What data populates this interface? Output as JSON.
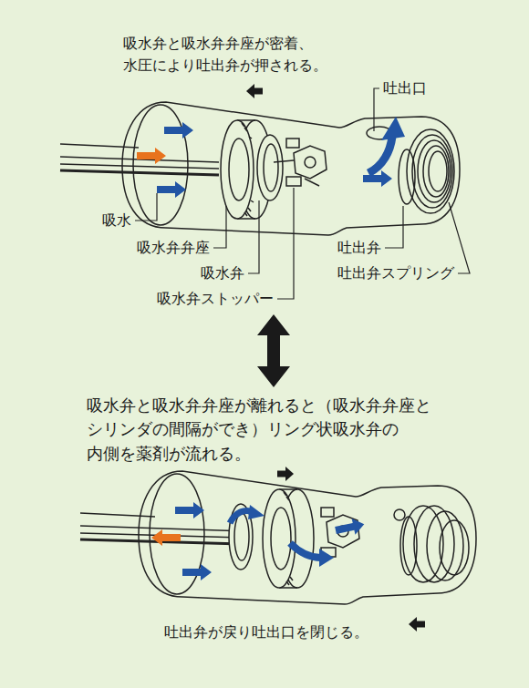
{
  "diagram": {
    "labels": [
      "吸水弁と吸水弁弁座が密着、 水圧により吐出弁が押される。",
      "吐出口",
      "吸水",
      "吸水弁弁座",
      "吸水弁",
      "吸水弁ストッパー",
      "吐出弁",
      "吐出弁スプリング",
      "吸水弁と吸水弁弁座が離れると（吸水弁弁座と シリンダの間隔ができ）リング状吸水弁の 内側を薬剤が流れる。",
      "吐出弁が戻り吐出口を閉じる。"
    ]
  }
}
